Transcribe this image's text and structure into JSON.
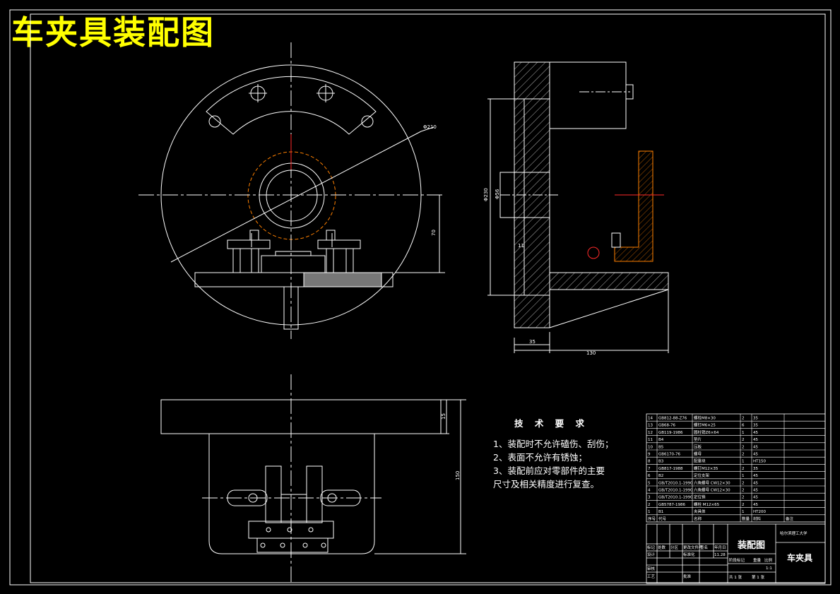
{
  "title": "车夹具装配图",
  "tech_requirements": {
    "heading": "技 术 要 求",
    "lines": [
      "1、装配时不允许磕伤、刮伤；",
      "2、表面不允许有锈蚀；",
      "3、装配前应对零部件的主要",
      "尺寸及相关精度进行复查。"
    ]
  },
  "dimensions": {
    "front_diameter": "Φ210",
    "front_height": "70",
    "side_width_left": "35",
    "side_width_total": "130",
    "side_height": "Φ230",
    "side_bore": "Φ56",
    "side_small": "11",
    "top_thickness": "15",
    "top_height": "150"
  },
  "parts": [
    {
      "no": "14",
      "code": "GB812-88-Z76",
      "name": "螺栓M8×30",
      "qty": "2",
      "mat": "35"
    },
    {
      "no": "13",
      "code": "GB68-76",
      "name": "螺钉M6×25",
      "qty": "6",
      "mat": "35"
    },
    {
      "no": "12",
      "code": "GB119-1986",
      "name": "圆柱销Z6×64",
      "qty": "1",
      "mat": "45"
    },
    {
      "no": "11",
      "code": "B4",
      "name": "垫片",
      "qty": "2",
      "mat": "45"
    },
    {
      "no": "10",
      "code": "B5",
      "name": "压板",
      "qty": "2",
      "mat": "45"
    },
    {
      "no": "9",
      "code": "GB6170-76",
      "name": "螺母",
      "qty": "2",
      "mat": "45"
    },
    {
      "no": "8",
      "code": "B3",
      "name": "配重块",
      "qty": "1",
      "mat": "HT150"
    },
    {
      "no": "7",
      "code": "GB817-1988",
      "name": "螺钉M12×35",
      "qty": "2",
      "mat": "35"
    },
    {
      "no": "6",
      "code": "B2",
      "name": "定位支架",
      "qty": "1",
      "mat": "45"
    },
    {
      "no": "5",
      "code": "GB/T2010.1-1990",
      "name": "六角螺母 CW12×30",
      "qty": "2",
      "mat": "45"
    },
    {
      "no": "4",
      "code": "GB/T2010.1-1990",
      "name": "六角螺母 CW12×30",
      "qty": "2",
      "mat": "45"
    },
    {
      "no": "3",
      "code": "GB/T2010.1-1990",
      "name": "定位销",
      "qty": "2",
      "mat": "45"
    },
    {
      "no": "2",
      "code": "GB5787-1986",
      "name": "螺栓 M12×65",
      "qty": "2",
      "mat": "45"
    },
    {
      "no": "1",
      "code": "B1",
      "name": "夹具体",
      "qty": "1",
      "mat": "HT200"
    }
  ],
  "parts_header": {
    "no": "序号",
    "code": "代号",
    "name": "名称",
    "qty": "数量",
    "mat": "材料",
    "note": "备注"
  },
  "titleblock": {
    "drawing_name": "装配图",
    "school": "哈尔滨理工大学",
    "product": "车夹具",
    "scale_label": "1:1",
    "sheet_total": "共 1 张",
    "sheet_no": "第 1 张",
    "row_labels": [
      "标记",
      "处数",
      "分区",
      "更改文件号",
      "签名",
      "年月日"
    ],
    "design_label": "设计",
    "check_label": "审核",
    "process_label": "工艺",
    "std_label": "标准化",
    "approve_label": "批准",
    "date_value": "11.28",
    "stage_label": "阶段标记",
    "weight_label": "重量",
    "ratio_label": "比例"
  }
}
